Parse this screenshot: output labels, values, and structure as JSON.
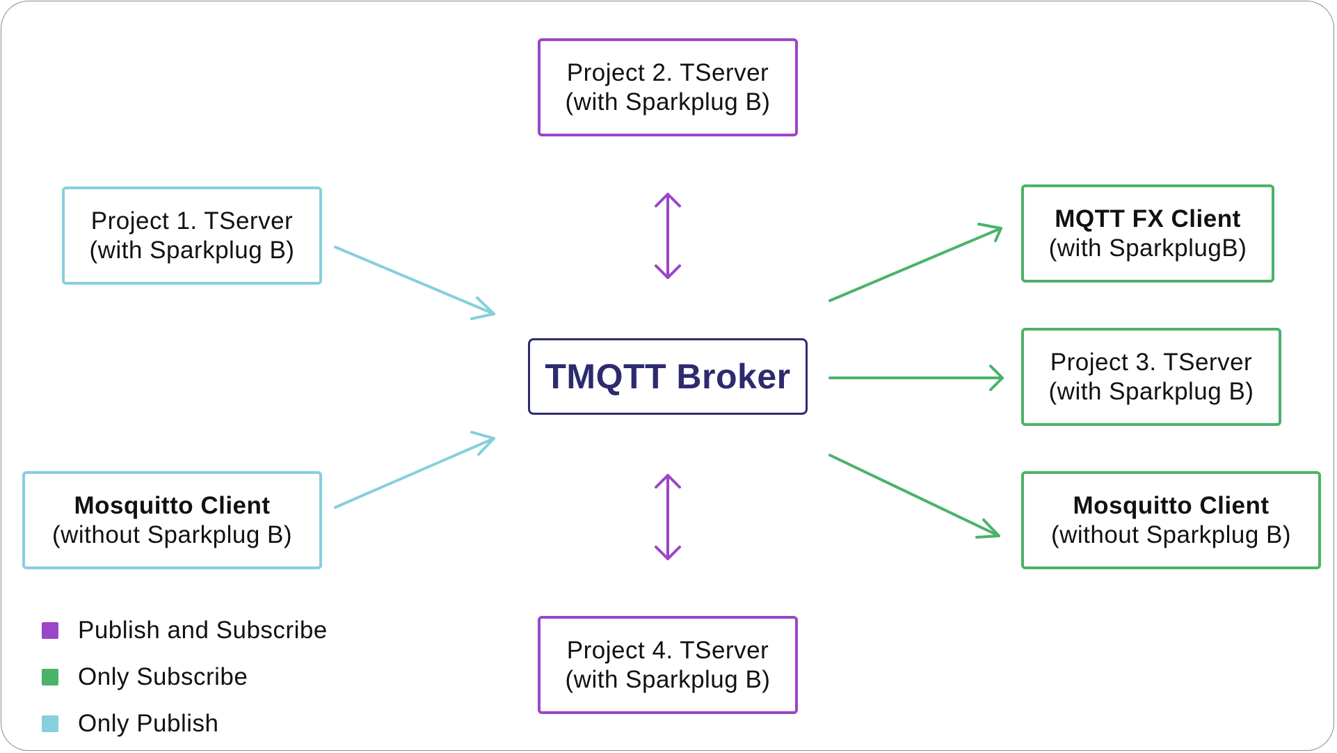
{
  "colors": {
    "publish_subscribe": "#9b45c8",
    "subscribe": "#4bb26a",
    "publish": "#86cfdc",
    "broker": "#2d2b6e"
  },
  "broker": {
    "label": "TMQTT Broker"
  },
  "nodes": {
    "project2": {
      "title": "Project 2. TServer",
      "subtitle": "(with Sparkplug B)"
    },
    "project1": {
      "title": "Project 1. TServer",
      "subtitle": "(with Sparkplug B)"
    },
    "mosquitto_left": {
      "title": "Mosquitto Client",
      "subtitle": "(without Sparkplug B)"
    },
    "mqtt_fx": {
      "title": "MQTT FX Client",
      "subtitle": "(with SparkplugB)"
    },
    "project3": {
      "title": "Project 3. TServer",
      "subtitle": "(with Sparkplug B)"
    },
    "mosquitto_right": {
      "title": "Mosquitto Client",
      "subtitle": "(without Sparkplug B)"
    },
    "project4": {
      "title": "Project 4. TServer",
      "subtitle": "(with Sparkplug B)"
    }
  },
  "legend": [
    {
      "label": "Publish and Subscribe"
    },
    {
      "label": "Only Subscribe"
    },
    {
      "label": "Only Publish"
    }
  ]
}
